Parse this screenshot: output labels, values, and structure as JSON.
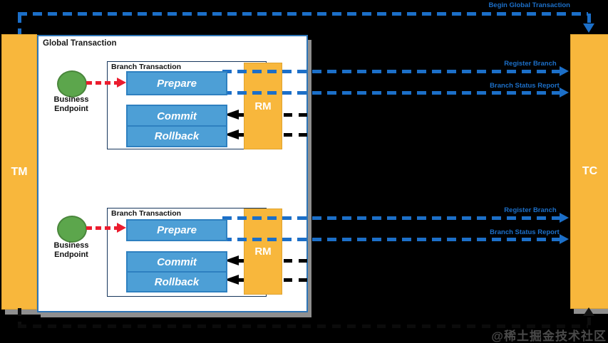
{
  "colors": {
    "background": "#000000",
    "actor_orange": "#F8B73C",
    "step_blue": "#4D9FD6",
    "dash_blue": "#1C6FC8",
    "dash_black": "#000000",
    "dash_red": "#EB1C2E",
    "endpoint_green": "#5CA64C",
    "global_border_blue": "#2E75B6",
    "drop_shadow_gray": "#8F8F8F"
  },
  "actors": {
    "tm": "TM",
    "tc": "TC"
  },
  "top_flow": {
    "label": "Begin Global Transaction"
  },
  "global_transaction": {
    "title": "Global Transaction"
  },
  "branches": [
    {
      "title": "Branch Transaction",
      "endpoint_line1": "Business",
      "endpoint_line2": "Endpoint",
      "prepare": "Prepare",
      "commit": "Commit",
      "rollback": "Rollback",
      "rm": "RM",
      "register_label": "Register Branch",
      "status_label": "Branch Status Report"
    },
    {
      "title": "Branch Transaction",
      "endpoint_line1": "Business",
      "endpoint_line2": "Endpoint",
      "prepare": "Prepare",
      "commit": "Commit",
      "rollback": "Rollback",
      "rm": "RM",
      "register_label": "Register Branch",
      "status_label": "Branch Status Report"
    }
  ],
  "watermark": "@稀土掘金技术社区"
}
